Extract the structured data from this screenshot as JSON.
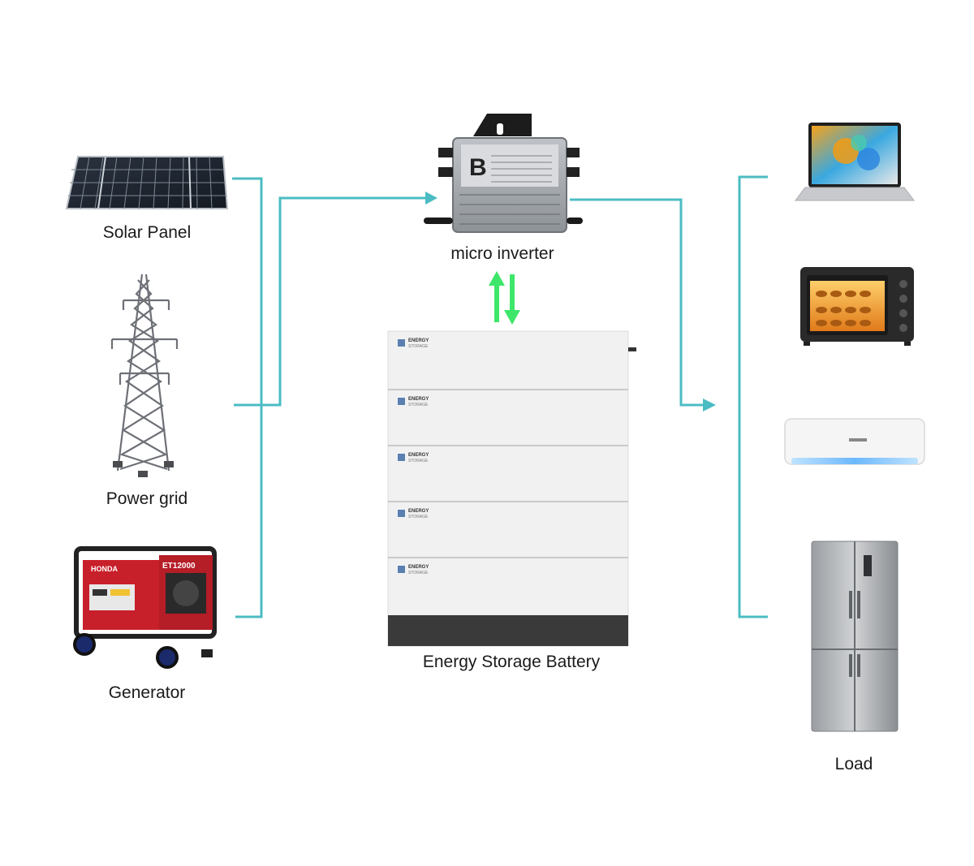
{
  "labels": {
    "solar_panel": "Solar Panel",
    "power_grid": "Power grid",
    "generator": "Generator",
    "micro_inverter": "micro inverter",
    "battery": "Energy Storage Battery",
    "load": "Load"
  },
  "battery_module": {
    "brand_line1": "ENERGY",
    "brand_line2": "STORAGE"
  },
  "generator_brand": {
    "name": "HONDA",
    "model": "ET12000"
  },
  "colors": {
    "connector_line": "#4bbcc3",
    "bidirectional_arrow": "#3ee66a",
    "battery_body": "#f1f1f1",
    "battery_base": "#3a3a3a",
    "generator_red": "#c8202a"
  },
  "icons": [
    "solar-panel-icon",
    "power-tower-icon",
    "generator-icon",
    "micro-inverter-icon",
    "battery-icon",
    "laptop-icon",
    "oven-icon",
    "air-conditioner-icon",
    "refrigerator-icon"
  ]
}
